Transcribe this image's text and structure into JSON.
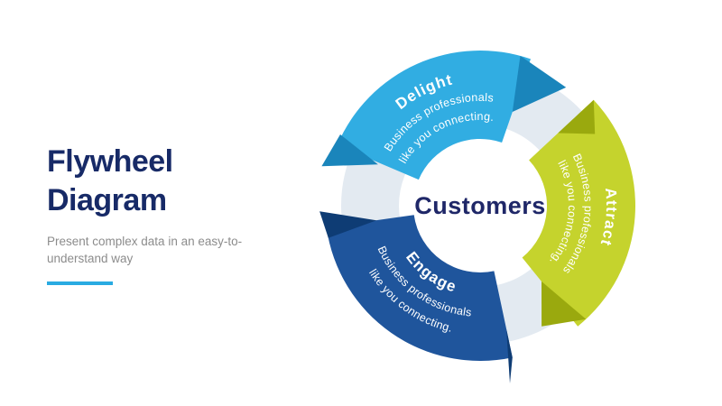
{
  "slide": {
    "title": "Flywheel Diagram",
    "subtitle": "Present complex data in an easy-to-understand way",
    "colors": {
      "heading_text": "#172A67",
      "subtitle_text": "#8C8C8C",
      "accent_line": "#29ABE2",
      "background": "#FFFFFF"
    }
  },
  "diagram": {
    "type": "flywheel",
    "center_label": "Customers",
    "center_label_color": "#1F2768",
    "ring_color": "#E3EAF1",
    "segments": [
      {
        "label": "Delight",
        "description_lines": [
          "Business professionals",
          "like you connecting."
        ],
        "color": "#31ADE2",
        "fold_color": "#1A85BB",
        "position": "top"
      },
      {
        "label": "Attract",
        "description_lines": [
          "Business professionals",
          "like you connecting."
        ],
        "color": "#C5D32D",
        "fold_color": "#9AA90E",
        "position": "right"
      },
      {
        "label": "Engage",
        "description_lines": [
          "Business professionals",
          "like you connecting."
        ],
        "color": "#1F559C",
        "fold_color": "#0E3C74",
        "position": "bottom-left"
      }
    ]
  }
}
